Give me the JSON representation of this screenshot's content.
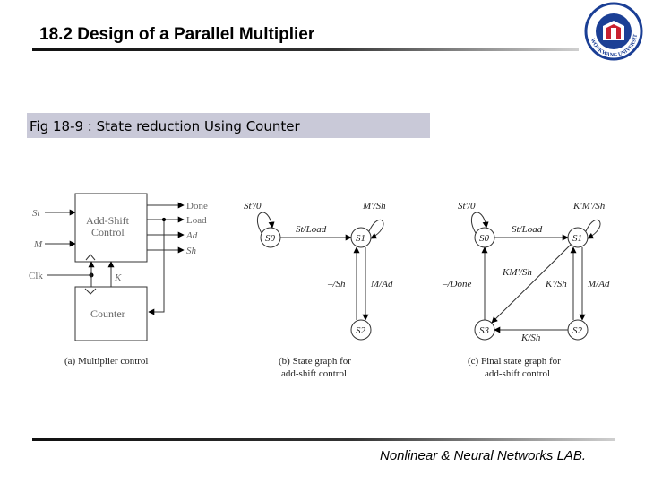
{
  "slide": {
    "title": "18.2 Design of a Parallel Multiplier",
    "figure_caption": "Fig 18-9 : State reduction Using Counter",
    "footer": "Nonlinear & Neural Networks LAB."
  },
  "logo": {
    "text": "WONKWANG UNIVERSITY",
    "colors": {
      "primary": "#1b3f95",
      "accent": "#c8202f"
    }
  },
  "panel_a": {
    "block_add_shift_line1": "Add-Shift",
    "block_add_shift_line2": "Control",
    "block_counter": "Counter",
    "input_st": "St",
    "input_m": "M",
    "input_clk": "Clk",
    "signal_k": "K",
    "out_done": "Done",
    "out_load": "Load",
    "out_ad": "Ad",
    "out_sh": "Sh",
    "caption": "(a) Multiplier control"
  },
  "panel_b": {
    "s0": "S0",
    "s1": "S1",
    "s2": "S2",
    "self_s0": "St'/0",
    "self_s1": "M'/Sh",
    "s0_to_s1": "St/Load",
    "s2_to_s1": "–/Sh",
    "s1_to_s2": "M/Ad",
    "caption_line1": "(b) State graph for",
    "caption_line2": "add-shift control"
  },
  "panel_c": {
    "s0": "S0",
    "s1": "S1",
    "s2": "S2",
    "s3": "S3",
    "self_s0": "St'/0",
    "self_s1": "K'M'/Sh",
    "s0_to_s1": "St/Load",
    "s1_to_s3": "KM'/Sh",
    "s3_to_s0": "–/Done",
    "s2_to_s1": "K'/Sh",
    "s1_to_s2": "M/Ad",
    "s2_to_s3": "K/Sh",
    "caption_line1": "(c) Final state graph for",
    "caption_line2": "add-shift control"
  }
}
